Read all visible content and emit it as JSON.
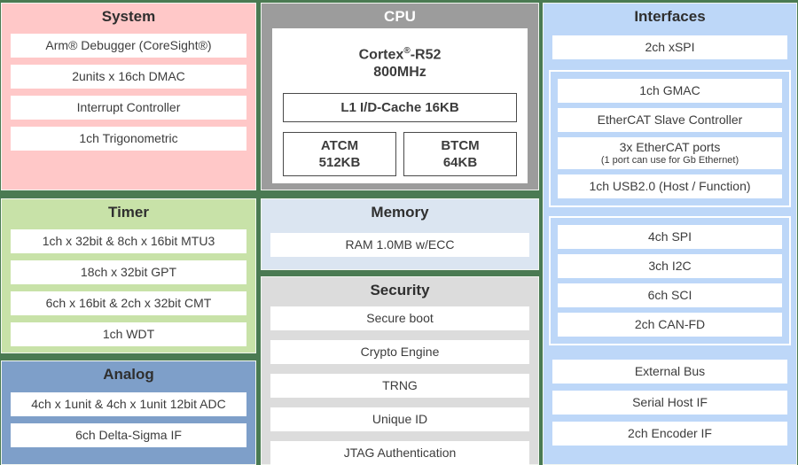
{
  "system": {
    "title": "System",
    "items": [
      "Arm® Debugger (CoreSight®)",
      "2units x 16ch DMAC",
      "Interrupt Controller",
      "1ch Trigonometric"
    ]
  },
  "cpu": {
    "title": "CPU",
    "core_name": "Cortex",
    "core_reg": "®",
    "core_suffix": "-R52",
    "frequency": "800MHz",
    "cache": "L1 I/D-Cache 16KB",
    "atcm": {
      "name": "ATCM",
      "size": "512KB"
    },
    "btcm": {
      "name": "BTCM",
      "size": "64KB"
    }
  },
  "timer": {
    "title": "Timer",
    "items": [
      "1ch x 32bit & 8ch x 16bit MTU3",
      "18ch x 32bit GPT",
      "6ch x 16bit & 2ch x 32bit CMT",
      "1ch WDT"
    ]
  },
  "memory": {
    "title": "Memory",
    "items": [
      "RAM 1.0MB w/ECC"
    ]
  },
  "analog": {
    "title": "Analog",
    "items": [
      "4ch x 1unit & 4ch x 1unit 12bit ADC",
      "6ch Delta-Sigma IF"
    ]
  },
  "security": {
    "title": "Security",
    "items": [
      "Secure boot",
      "Crypto Engine",
      "TRNG",
      "Unique ID",
      "JTAG Authentication"
    ]
  },
  "interfaces": {
    "title": "Interfaces",
    "xspi": "2ch xSPI",
    "ethernet_group": {
      "gmac": "1ch GMAC",
      "ethercat_slave": "EtherCAT Slave Controller",
      "ethercat_ports": "3x EtherCAT ports",
      "ethercat_ports_note": "(1 port can use for Gb Ethernet)",
      "usb": "1ch USB2.0 (Host / Function)"
    },
    "serial_group": {
      "items": [
        "4ch SPI",
        "3ch I2C",
        "6ch SCI",
        "2ch CAN-FD"
      ]
    },
    "bottom_items": [
      "External Bus",
      "Serial Host IF",
      "2ch Encoder IF"
    ]
  },
  "colors": {
    "background_green": "#4a7a52",
    "system_pink": "#ffc8c8",
    "timer_green": "#c8e2a8",
    "analog_blue": "#7e9fc9",
    "interfaces_blue": "#bdd7f8",
    "cpu_gray": "#9c9c9c",
    "memory_blue_gray": "#dbe5f1",
    "security_gray": "#dcdcdc",
    "block_white": "#ffffff"
  }
}
